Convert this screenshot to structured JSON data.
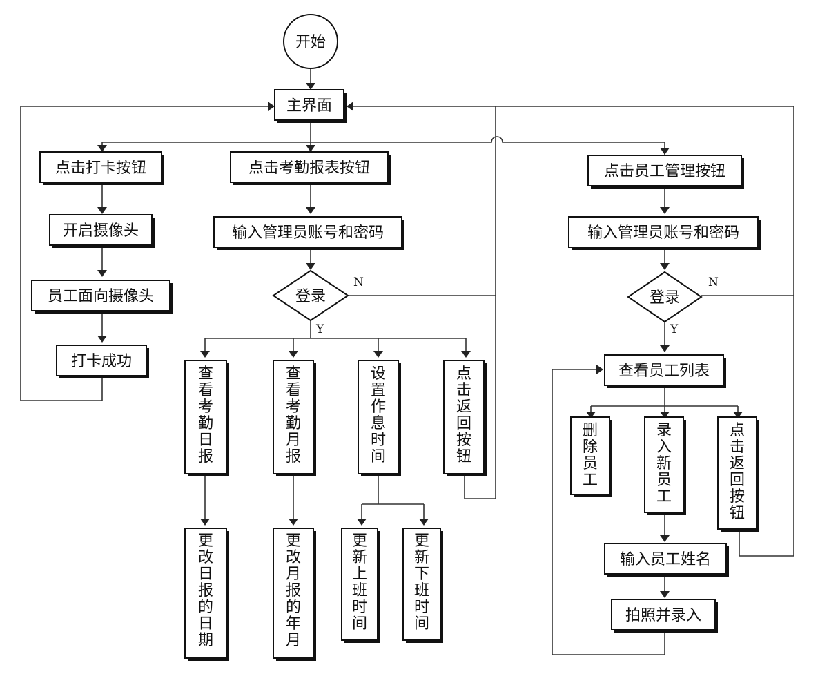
{
  "start": "开始",
  "main": "主界面",
  "clock": {
    "button": "点击打卡按钮",
    "camera_on": "开启摄像头",
    "face_camera": "员工面向摄像头",
    "success": "打卡成功"
  },
  "report": {
    "button": "点击考勤报表按钮",
    "input": "输入管理员账号和密码",
    "login": "登录",
    "no": "N",
    "yes": "Y",
    "daily": "查看考勤日报",
    "monthly": "查看考勤月报",
    "schedule": "设置作息时间",
    "back": "点击返回按钮",
    "daily_change": "更改日报的日期",
    "monthly_change": "更改月报的年月",
    "start_time": "更新上班时间",
    "end_time": "更新下班时间"
  },
  "staff": {
    "button": "点击员工管理按钮",
    "input": "输入管理员账号和密码",
    "login": "登录",
    "no": "N",
    "yes": "Y",
    "list": "查看员工列表",
    "delete": "删除员工",
    "add": "录入新员工",
    "back": "点击返回按钮",
    "name": "输入员工姓名",
    "photo": "拍照并录入"
  }
}
